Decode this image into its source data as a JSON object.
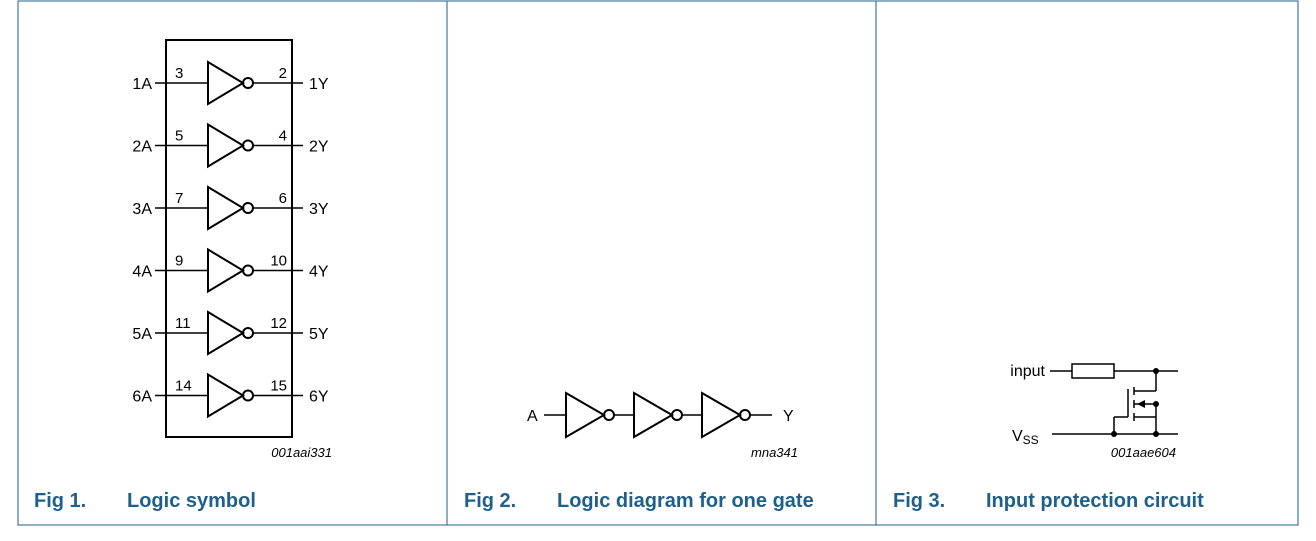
{
  "figures": [
    {
      "number": "Fig 1.",
      "caption": "Logic symbol",
      "code": "001aai331",
      "gates": [
        {
          "in_label": "1A",
          "in_pin": "3",
          "out_pin": "2",
          "out_label": "1Y"
        },
        {
          "in_label": "2A",
          "in_pin": "5",
          "out_pin": "4",
          "out_label": "2Y"
        },
        {
          "in_label": "3A",
          "in_pin": "7",
          "out_pin": "6",
          "out_label": "3Y"
        },
        {
          "in_label": "4A",
          "in_pin": "9",
          "out_pin": "10",
          "out_label": "4Y"
        },
        {
          "in_label": "5A",
          "in_pin": "11",
          "out_pin": "12",
          "out_label": "5Y"
        },
        {
          "in_label": "6A",
          "in_pin": "14",
          "out_pin": "15",
          "out_label": "6Y"
        }
      ]
    },
    {
      "number": "Fig 2.",
      "caption": "Logic diagram for one gate",
      "code": "mna341",
      "input_label": "A",
      "output_label": "Y"
    },
    {
      "number": "Fig 3.",
      "caption": "Input protection circuit",
      "code": "001aae604",
      "input_label": "input",
      "vss_main": "V",
      "vss_sub": "SS"
    }
  ],
  "colors": {
    "border": "#1f5f8b",
    "caption": "#1f5f8b",
    "ink": "#000000"
  }
}
